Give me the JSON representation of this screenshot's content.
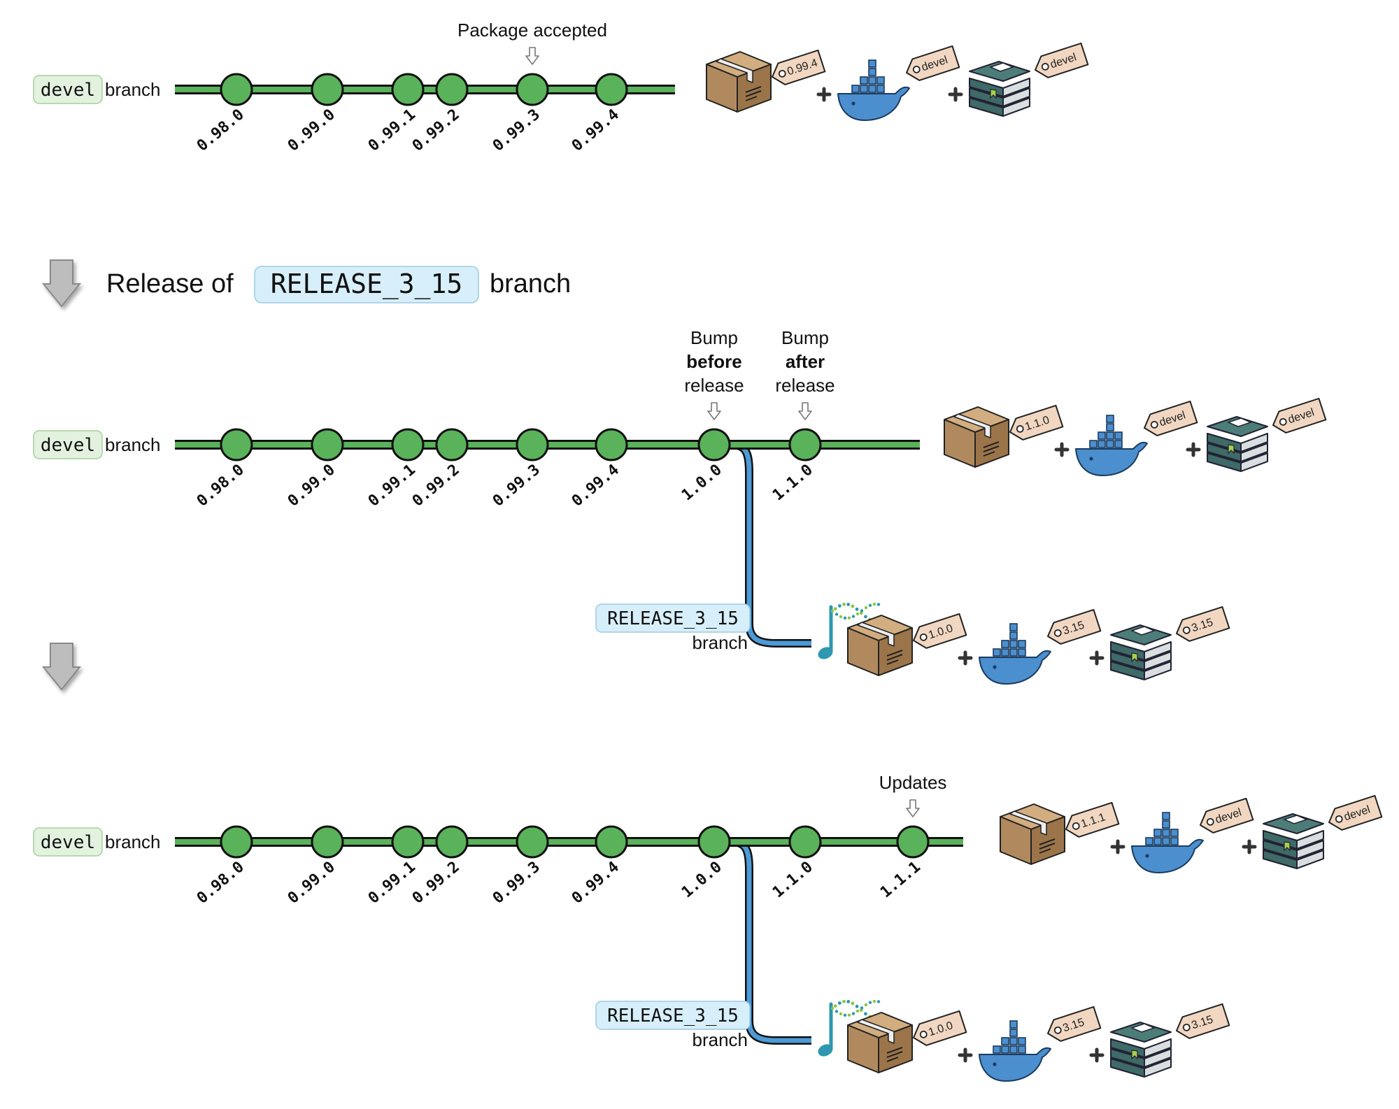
{
  "section_title": {
    "prefix": "Release of",
    "branch": "RELEASE_3_15",
    "suffix": "branch"
  },
  "branch_word": "branch",
  "devel_tag": "devel",
  "release_tag": "RELEASE_3_15",
  "colors": {
    "commit_fill": "#5ab25a",
    "devel_line": "#5ab25a",
    "release_line": "#4d9bd6",
    "devel_tag_bg": "#e3f1df",
    "release_tag_bg": "#d7effa",
    "price_tag": "#f1d7c1",
    "box": "#b08a5e",
    "whale": "#4b8fcf",
    "books": "#3e6a67"
  },
  "icons": [
    "package-box-icon",
    "docker-whale-icon",
    "books-icon",
    "bioconductor-logo-icon",
    "plus-icon",
    "arrow-down-icon",
    "price-tag-icon"
  ],
  "panels": [
    {
      "commits": [
        "0.98.0",
        "0.99.0",
        "0.99.1",
        "0.99.2",
        "0.99.3",
        "0.99.4"
      ],
      "annotations": [
        {
          "commit": 4,
          "lines": [
            {
              "text": "Package accepted",
              "bold": false
            }
          ]
        }
      ],
      "devel_artifacts": {
        "package": "0.99.4",
        "docker": "devel",
        "docs": "devel"
      }
    },
    {
      "commits": [
        "0.98.0",
        "0.99.0",
        "0.99.1",
        "0.99.2",
        "0.99.3",
        "0.99.4",
        "1.0.0",
        "1.1.0"
      ],
      "annotations": [
        {
          "commit": 6,
          "lines": [
            {
              "text": "Bump",
              "bold": false
            },
            {
              "text": "before",
              "bold": true
            },
            {
              "text": "release",
              "bold": false
            }
          ]
        },
        {
          "commit": 7,
          "lines": [
            {
              "text": "Bump",
              "bold": false
            },
            {
              "text": "after",
              "bold": true
            },
            {
              "text": "release",
              "bold": false
            }
          ]
        }
      ],
      "devel_artifacts": {
        "package": "1.1.0",
        "docker": "devel",
        "docs": "devel"
      },
      "release_artifacts": {
        "package": "1.0.0",
        "docker": "3.15",
        "docs": "3.15"
      }
    },
    {
      "commits": [
        "0.98.0",
        "0.99.0",
        "0.99.1",
        "0.99.2",
        "0.99.3",
        "0.99.4",
        "1.0.0",
        "1.1.0",
        "1.1.1"
      ],
      "annotations": [
        {
          "commit": 8,
          "lines": [
            {
              "text": "Updates",
              "bold": false
            }
          ]
        }
      ],
      "devel_artifacts": {
        "package": "1.1.1",
        "docker": "devel",
        "docs": "devel"
      },
      "release_artifacts": {
        "package": "1.0.0",
        "docker": "3.15",
        "docs": "3.15"
      }
    }
  ]
}
